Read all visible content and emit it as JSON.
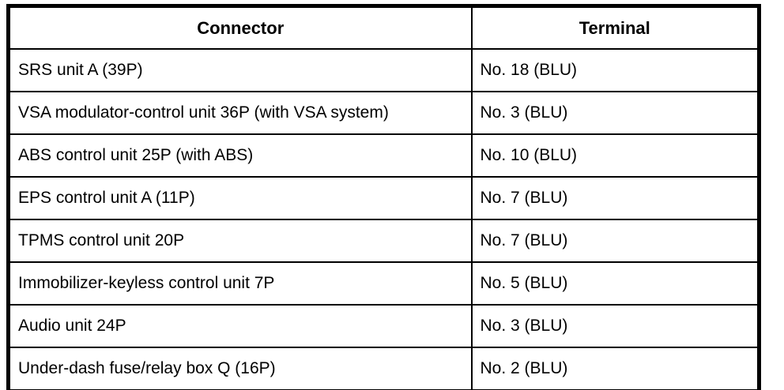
{
  "table": {
    "columns": {
      "connector": "Connector",
      "terminal": "Terminal"
    },
    "rows": [
      {
        "connector": "SRS unit A (39P)",
        "terminal": "No. 18 (BLU)"
      },
      {
        "connector": "VSA modulator-control unit 36P (with VSA system)",
        "terminal": "No. 3 (BLU)"
      },
      {
        "connector": "ABS control unit 25P (with ABS)",
        "terminal": "No. 10 (BLU)"
      },
      {
        "connector": "EPS control unit A (11P)",
        "terminal": "No. 7 (BLU)"
      },
      {
        "connector": "TPMS control unit 20P",
        "terminal": "No. 7 (BLU)"
      },
      {
        "connector": "Immobilizer-keyless control unit 7P",
        "terminal": "No. 5 (BLU)"
      },
      {
        "connector": "Audio unit 24P",
        "terminal": "No. 3 (BLU)"
      },
      {
        "connector": "Under-dash fuse/relay box Q (16P)",
        "terminal": "No. 2 (BLU)"
      }
    ],
    "colors": {
      "border": "#000000",
      "text": "#000000",
      "background": "#ffffff"
    }
  }
}
